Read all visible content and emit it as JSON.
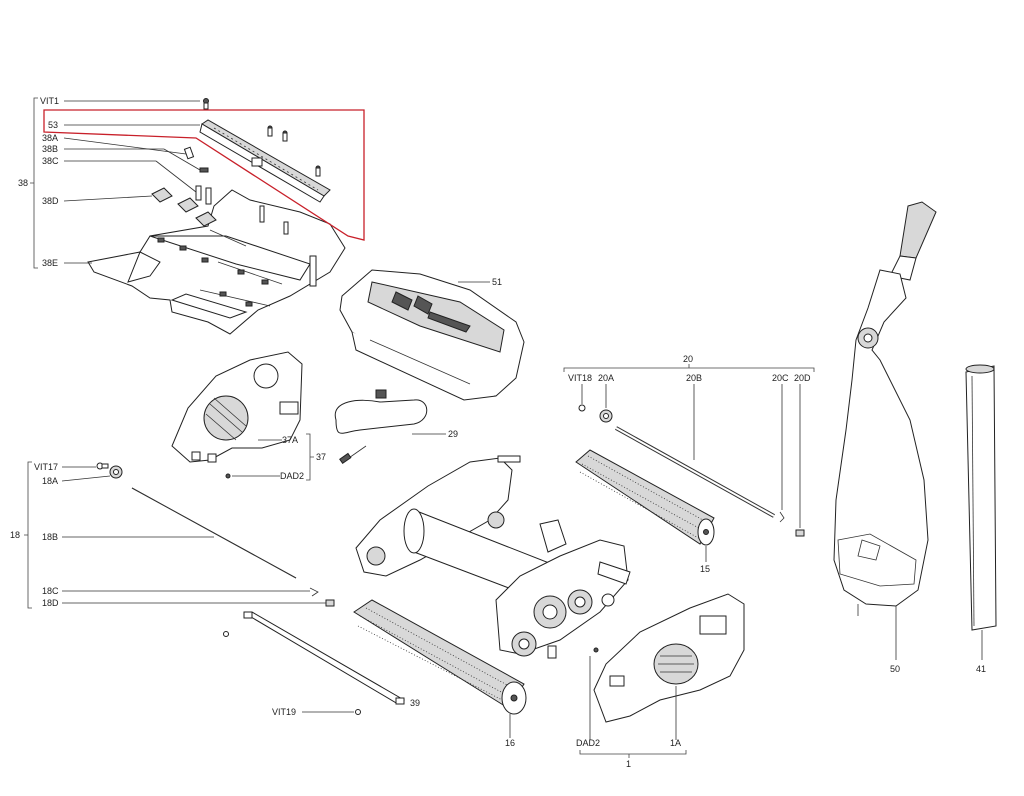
{
  "labels": {
    "vit1": "VIT1",
    "p53": "53",
    "p38a": "38A",
    "p38b": "38B",
    "p38c": "38C",
    "p38d": "38D",
    "p38e": "38E",
    "p38": "38",
    "p51": "51",
    "p37a": "37A",
    "p37": "37",
    "dad2_top": "DAD2",
    "p29": "29",
    "vit17": "VIT17",
    "p18a": "18A",
    "p18": "18",
    "p18b": "18B",
    "p18c": "18C",
    "p18d": "18D",
    "p20": "20",
    "vit18": "VIT18",
    "p20a": "20A",
    "p20b": "20B",
    "p20c": "20C",
    "p20d": "20D",
    "p15": "15",
    "p16": "16",
    "p39": "39",
    "vit19": "VIT19",
    "dad2_bottom": "DAD2",
    "p1a": "1A",
    "p1": "1",
    "p50": "50",
    "p41": "41"
  },
  "colors": {
    "highlight": "#c8202a",
    "line": "#222222"
  }
}
